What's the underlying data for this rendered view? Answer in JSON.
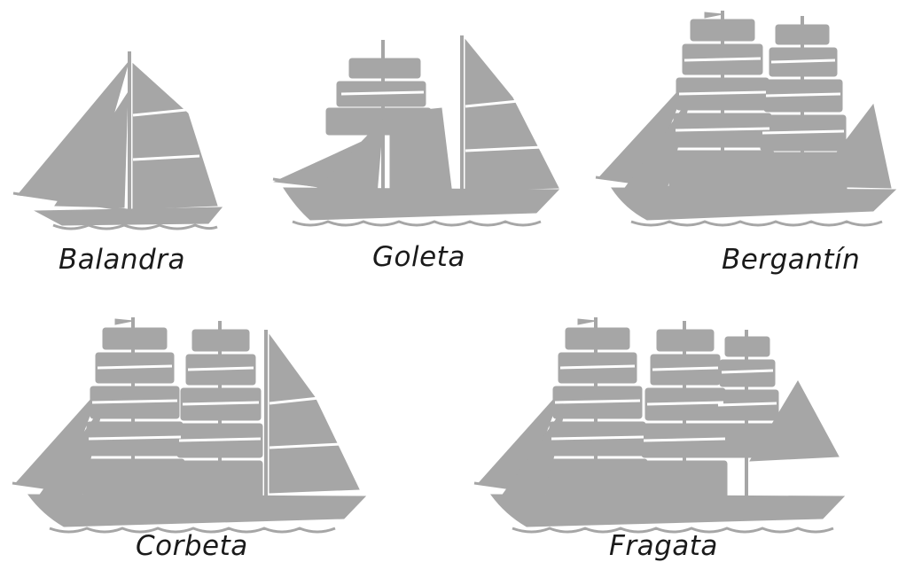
{
  "colors": {
    "sail": "#a6a6a6",
    "hull": "#a6a6a6",
    "label": "#1a1a1a",
    "background": "#ffffff"
  },
  "ships": {
    "balandra": {
      "label": "Balandra",
      "icon": "sloop-icon"
    },
    "goleta": {
      "label": "Goleta",
      "icon": "schooner-icon"
    },
    "bergantin": {
      "label": "Bergantín",
      "icon": "brig-icon"
    },
    "corbeta": {
      "label": "Corbeta",
      "icon": "corvette-icon"
    },
    "fragata": {
      "label": "Fragata",
      "icon": "frigate-icon"
    }
  }
}
